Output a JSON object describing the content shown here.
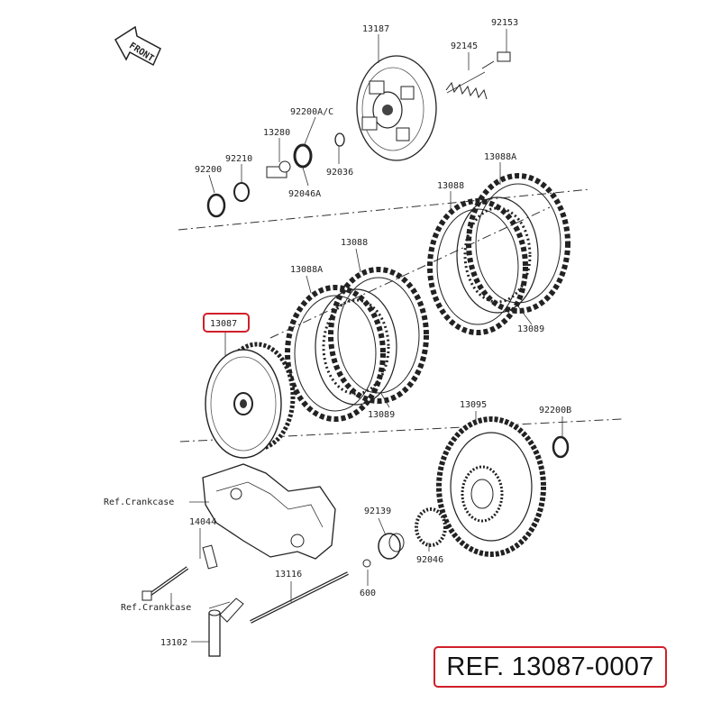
{
  "labels": {
    "front": "FRONT",
    "p13187": "13187",
    "p92153": "92153",
    "p92145": "92145",
    "p92200ac": "92200A/C",
    "p13280": "13280",
    "p92210": "92210",
    "p92200": "92200",
    "p92036": "92036",
    "p92046a": "92046A",
    "p13088a_top": "13088A",
    "p13088_top": "13088",
    "p13088_mid": "13088",
    "p13088a_mid": "13088A",
    "p13089_right": "13089",
    "p13089_mid": "13089",
    "p13087": "13087",
    "p13095": "13095",
    "p92200b": "92200B",
    "ref_crankcase_1": "Ref.Crankcase",
    "p14044": "14044",
    "p92139": "92139",
    "p92046": "92046",
    "p600": "600",
    "p13116": "13116",
    "ref_crankcase_2": "Ref.Crankcase",
    "p13102": "13102"
  },
  "reference": "REF. 13087-0007",
  "colors": {
    "highlight": "#d0202a",
    "line": "#222222"
  }
}
